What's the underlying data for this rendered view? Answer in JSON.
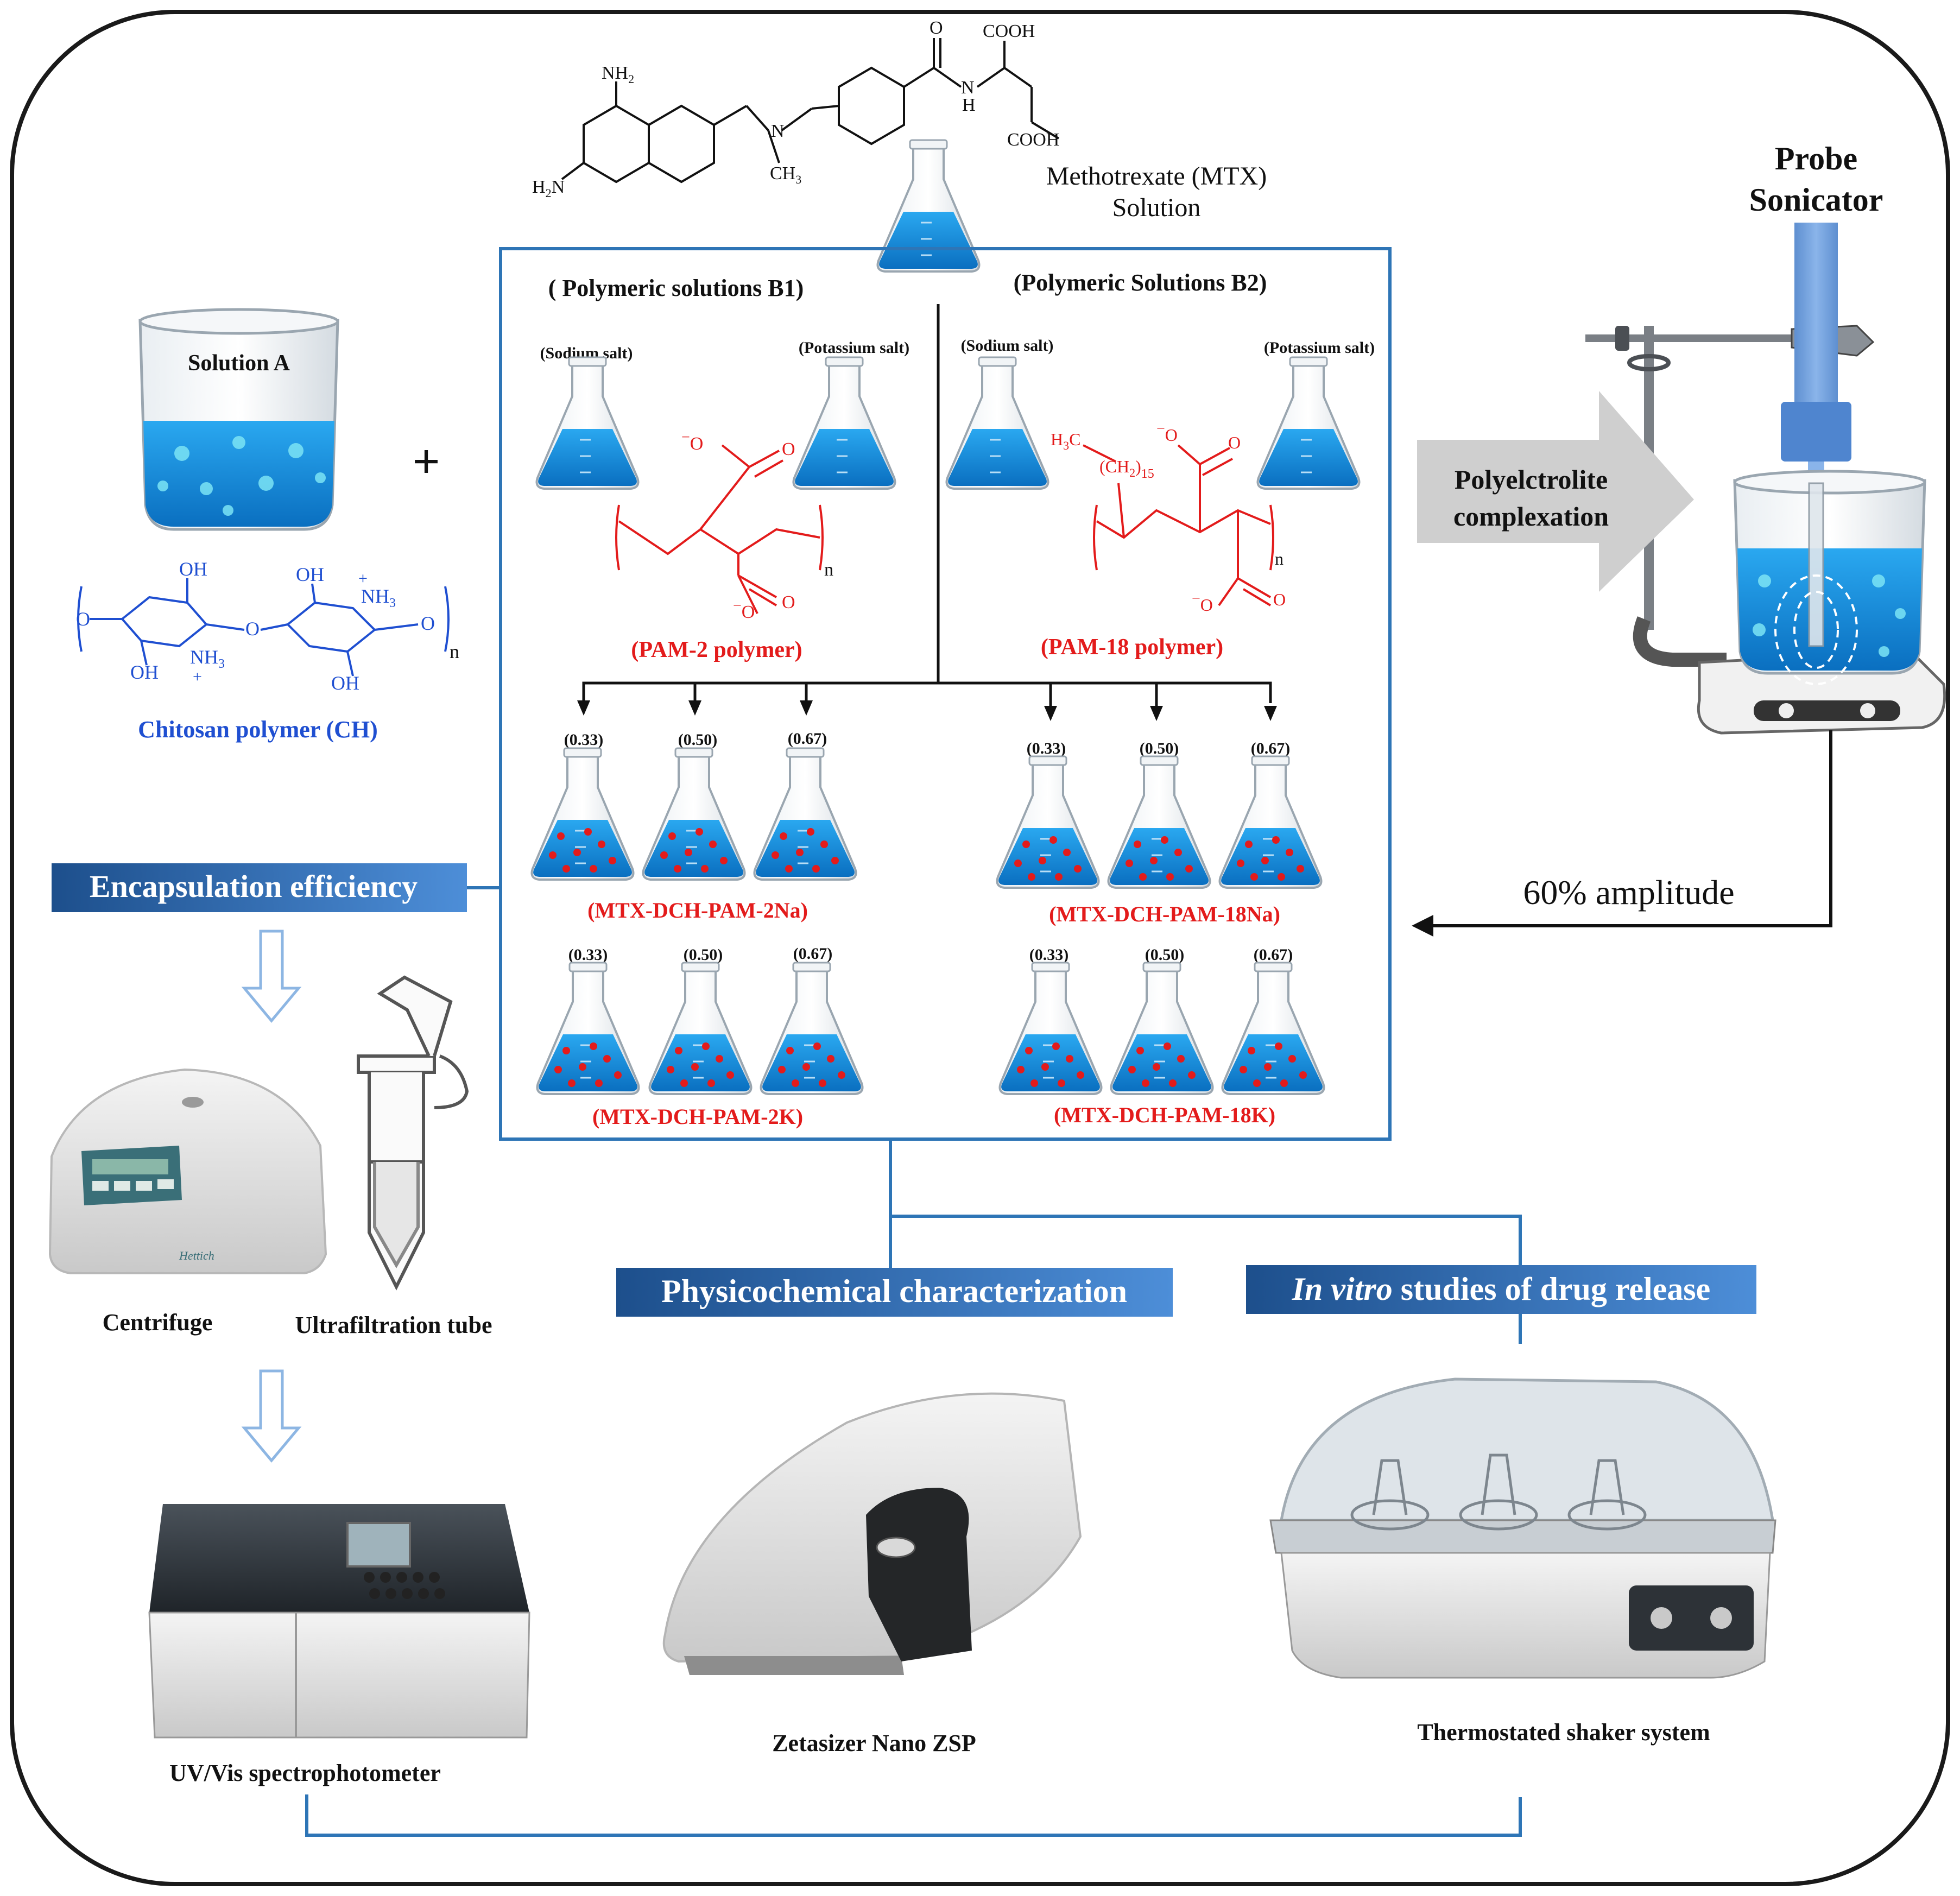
{
  "colors": {
    "frame": "#1a1a1a",
    "box": "#2e75b6",
    "connector": "#2e75b6",
    "red_label": "#e31b1b",
    "chitosan_blue": "#1f4fd1",
    "liquid": "#1593e0",
    "liquid_dark": "#0a6fc0",
    "banner_start": "#1d4f8c",
    "banner_end": "#4d8ed8",
    "arrow_gray": "#cfcfcf"
  },
  "drug": {
    "nh2_top": "NH",
    "h2n_left": "H",
    "n_methyl": "N",
    "ch3": "CH",
    "nh_amide": "N",
    "h_amide": "H",
    "o_carbonyl": "O",
    "cooh_top": "COOH",
    "cooh_side": "COOH",
    "label_line1": "Methotrexate (MTX)",
    "label_line2": "Solution"
  },
  "solution_a": {
    "label": "Solution A",
    "plus": "+"
  },
  "chitosan": {
    "oh1": "OH",
    "oh2": "OH",
    "oh3": "OH",
    "oh4": "OH",
    "nh3_a": "NH",
    "nh3_b": "NH",
    "o_link1": "O",
    "o_link2": "O",
    "o_link3": "O",
    "plus1": "+",
    "plus2": "+",
    "n": "n",
    "label": "Chitosan polymer (CH)"
  },
  "b1": {
    "title": "( Polymeric solutions B1)",
    "sodium": "(Sodium salt)",
    "potassium": "(Potassium salt)",
    "o_minus_top": "O",
    "o_top": "O",
    "o_minus_bottom": "O",
    "o_bottom": "O",
    "n": "n",
    "polymer_label": "(PAM-2 polymer)"
  },
  "b2": {
    "title": "(Polymeric Solutions B2)",
    "sodium": "(Sodium salt)",
    "potassium": "(Potassium salt)",
    "h3c": "H",
    "ch2": "(CH",
    "sub15": "15",
    "o_minus_top": "O",
    "o_top": "O",
    "o_minus_bottom": "O",
    "o_bottom": "O",
    "n": "n",
    "polymer_label": "(PAM-18 polymer)"
  },
  "ratios": {
    "left": [
      "(0.33)",
      "(0.50)",
      "(0.67)"
    ],
    "right": [
      "(0.33)",
      "(0.50)",
      "(0.67)"
    ],
    "left2": [
      "(0.33)",
      "(0.50)",
      "(0.67)"
    ],
    "right2": [
      "(0.33)",
      "(0.50)",
      "(0.67)"
    ]
  },
  "formulations": {
    "pam2na": "(MTX-DCH-PAM-2Na)",
    "pam18na": "(MTX-DCH-PAM-18Na)",
    "pam2k": "(MTX-DCH-PAM-2K)",
    "pam18k": "(MTX-DCH-PAM-18K)"
  },
  "sonicator": {
    "title_line1": "Probe",
    "title_line2": "Sonicator",
    "complexation_line1": "Polyelctrolite",
    "complexation_line2": "complexation",
    "amplitude": "60% amplitude"
  },
  "encapsulation": {
    "banner": "Encapsulation efficiency",
    "centrifuge": "Centrifuge",
    "ultrafiltration": "Ultrafiltration tube",
    "uvvis": "UV/Vis spectrophotometer"
  },
  "physchem": {
    "banner": "Physicochemical characterization",
    "zetasizer": "Zetasizer Nano ZSP"
  },
  "release": {
    "banner_italic": "In vitro",
    "banner_rest": " studies of drug release",
    "shaker": "Thermostated shaker system"
  }
}
